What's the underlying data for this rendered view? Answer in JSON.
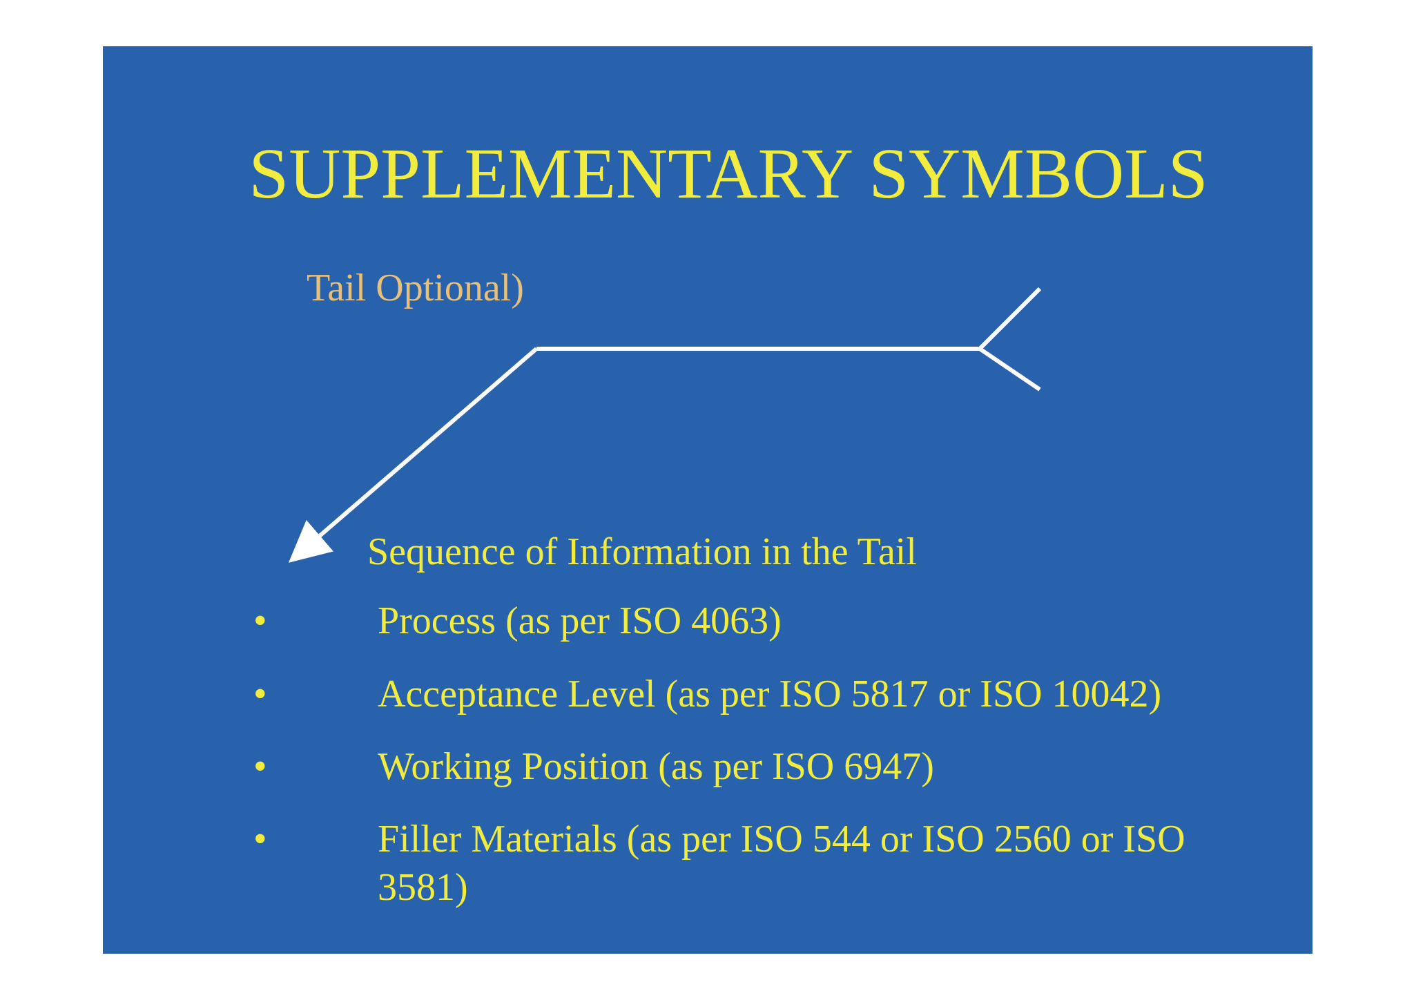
{
  "slide": {
    "title": "SUPPLEMENTARY SYMBOLS",
    "tail_label": "Tail Optional)",
    "sequence_heading": "Sequence of Information in the Tail",
    "bullet_glyph": "•",
    "items": [
      {
        "text": "Process (as per ISO 4063)"
      },
      {
        "text": "Acceptance Level (as per ISO 5817 or ISO 10042)"
      },
      {
        "text": "Working Position (as per ISO 6947)"
      },
      {
        "text": "Filler Materials (as per ISO 544 or ISO 2560 or ISO 3581)"
      }
    ],
    "colors": {
      "background": "#2862ac",
      "title": "#f2ec3f",
      "tail_label": "#e8c07a",
      "text": "#f2ec3f",
      "lines": "#ffffff"
    }
  }
}
